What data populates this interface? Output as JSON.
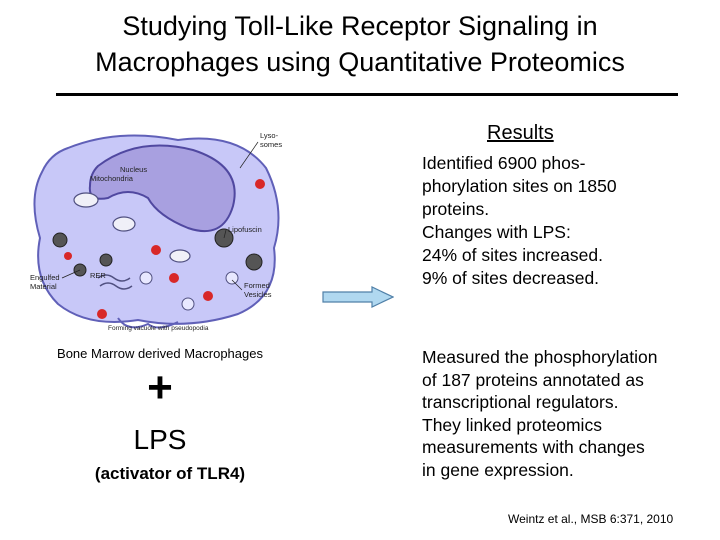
{
  "title": {
    "line1": "Studying Toll-Like Receptor Signaling in",
    "line2": "Macrophages using Quantitative Proteomics"
  },
  "results": {
    "heading": "Results",
    "lines": [
      "Identified 6900 phos-",
      "phorylation sites on 1850",
      "proteins.",
      "Changes with LPS:",
      "24% of sites increased.",
      "9% of sites decreased."
    ]
  },
  "measured": {
    "lines": [
      "Measured the phosphorylation",
      "of 187 proteins annotated as",
      "transcriptional regulators.",
      "They linked proteomics",
      "measurements with changes",
      "in gene expression."
    ]
  },
  "figure": {
    "labels": {
      "lysosomes_1": "Lyso-",
      "lysosomes_2": "somes",
      "nucleus": "Nucleus",
      "mitochondria": "Mitochondria",
      "lipofuscin": "Lipofuscin",
      "engulfed_1": "Engulfed",
      "engulfed_2": "Material",
      "rer": "RER",
      "formed_1": "Formed",
      "formed_2": "Vesicles",
      "vacuole": "Forming vacuole with pseudopodia"
    },
    "caption": "Bone Marrow derived Macrophages",
    "plus": "+",
    "lps": "LPS",
    "activator": "(activator of TLR4)"
  },
  "colors": {
    "cell_fill": "#c8c8f8",
    "cell_stroke": "#6060b8",
    "nucleus_fill": "#a8a0e0",
    "red_vesicle": "#d82828",
    "arrow_fill": "#b0d8f0",
    "arrow_stroke": "#5080a8"
  },
  "citation": "Weintz et al., MSB 6:371, 2010"
}
